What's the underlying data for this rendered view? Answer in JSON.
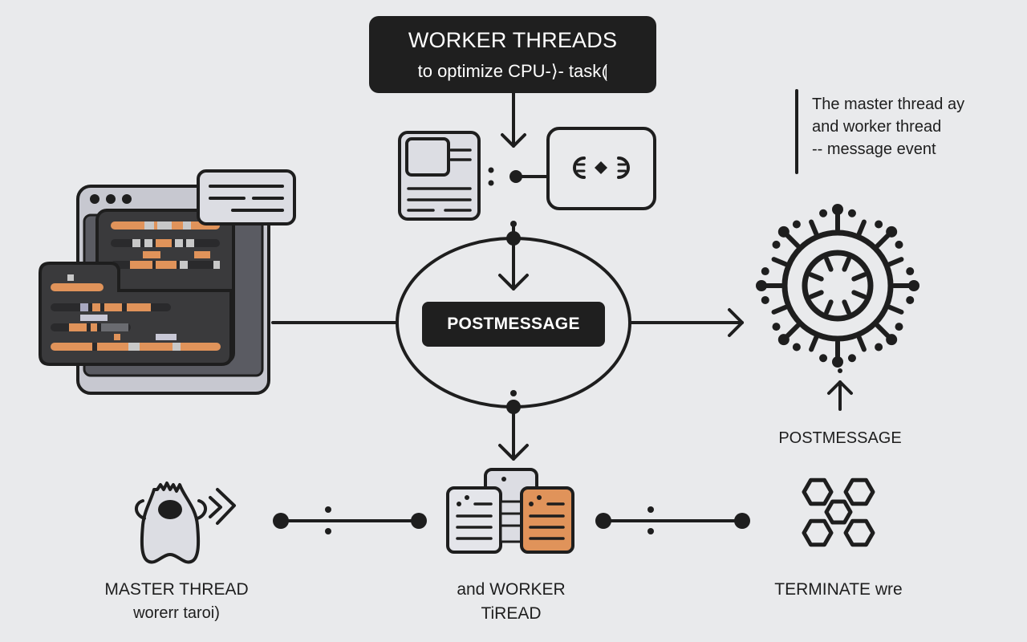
{
  "title": {
    "heading": "WORKER THREADS",
    "subheading": "to optimize CPU-⟩- task⟬"
  },
  "note": {
    "lines": [
      "The master thread ay",
      "and worker thread",
      "-- message event"
    ]
  },
  "center": {
    "label": "POSTMESSAGE"
  },
  "right": {
    "arrow_label": "POSTMESSAGE"
  },
  "bottom": {
    "master_label_1": "MASTER THREAD",
    "master_label_2": "worerr taroi)",
    "worker_label_1": "and WORKER",
    "worker_label_2": "TiREAD",
    "terminate_label": "TERMINATE wre"
  },
  "colors": {
    "background": "#e9eaec",
    "ink": "#1e1e1e",
    "accent_orange": "#e0935a",
    "light_fill": "#dcdde3",
    "dark_panel": "#3a3a3c"
  },
  "icons": {
    "code_window": "code-window-icon",
    "speech_bubble": "speech-bubble-icon",
    "document": "document-icon",
    "exchange": "exchange-icon",
    "cpu_core": "cpu-core-icon",
    "mascot": "node-mascot-icon",
    "stacked_files": "stacked-files-icon",
    "hexagon_cluster": "hexagon-cluster-icon"
  }
}
